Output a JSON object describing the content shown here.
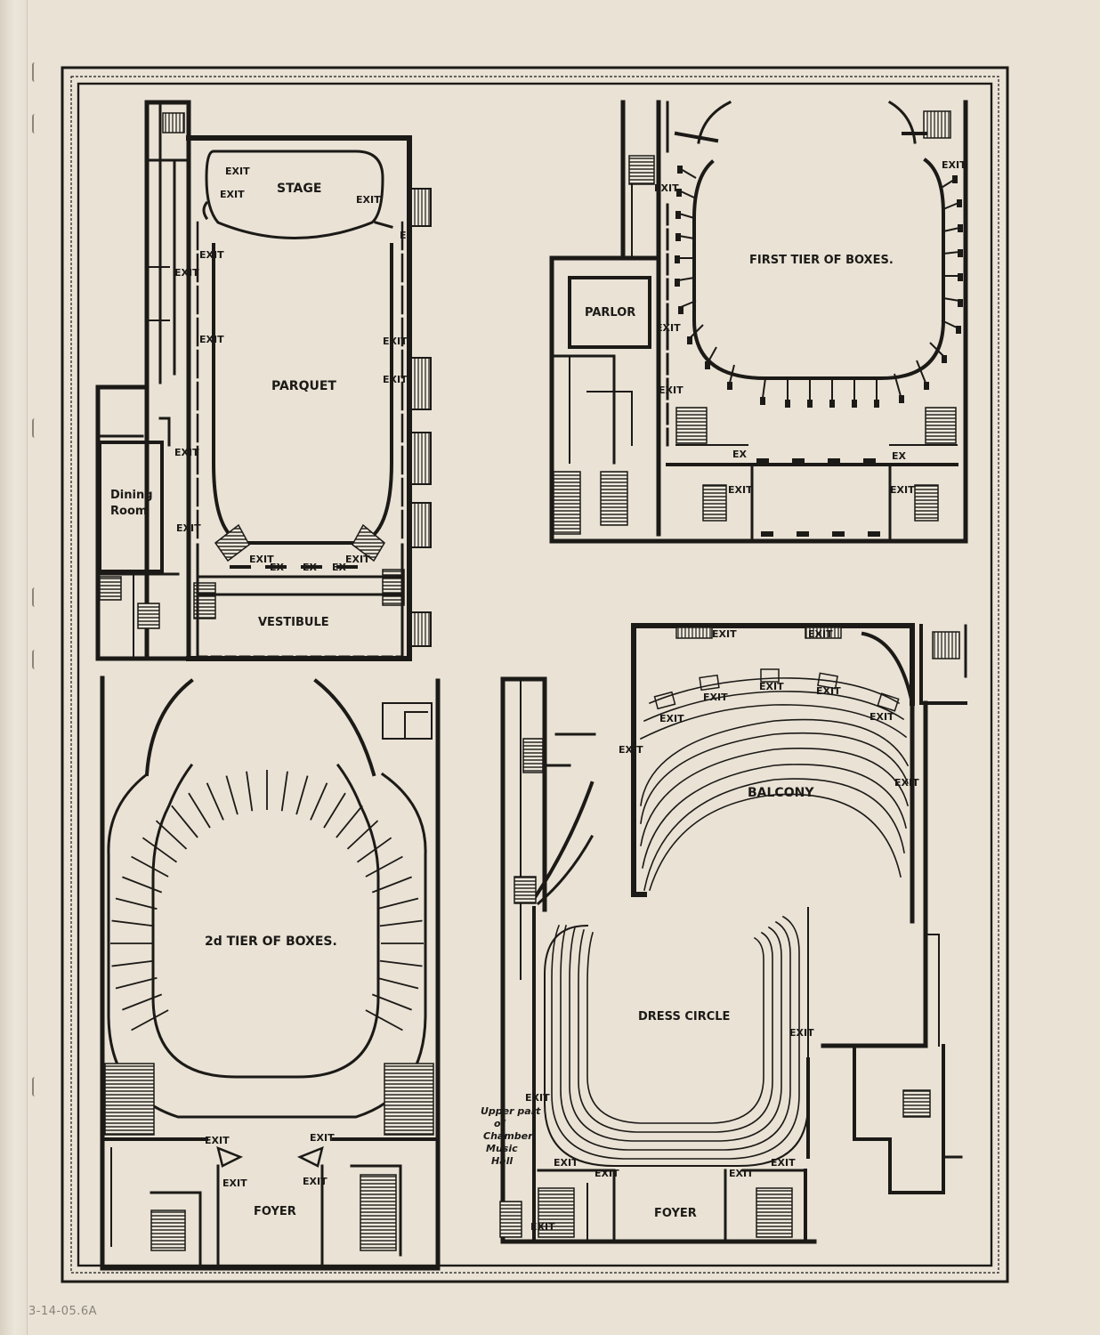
{
  "plans": {
    "parquet": {
      "stage": "STAGE",
      "title": "PARQUET",
      "vestibule": "VESTIBULE",
      "dining_room": [
        "Dining",
        "Room"
      ],
      "exit": "EXIT",
      "ex": "EX",
      "e": "E"
    },
    "first_tier": {
      "title": "FIRST TIER OF BOXES.",
      "parlor": "PARLOR",
      "exit": "EXIT",
      "ex": "EX"
    },
    "second_tier": {
      "title": "2d TIER OF BOXES.",
      "foyer": "FOYER",
      "exit": "EXIT"
    },
    "balcony_dress": {
      "balcony": "BALCONY",
      "dress_circle": "DRESS CIRCLE",
      "foyer": "FOYER",
      "chamber_note": [
        "Upper part",
        "of",
        "Chamber",
        "Music",
        "Hall"
      ],
      "exit": "EXIT"
    }
  },
  "archive_note": "3-14-05.6A"
}
